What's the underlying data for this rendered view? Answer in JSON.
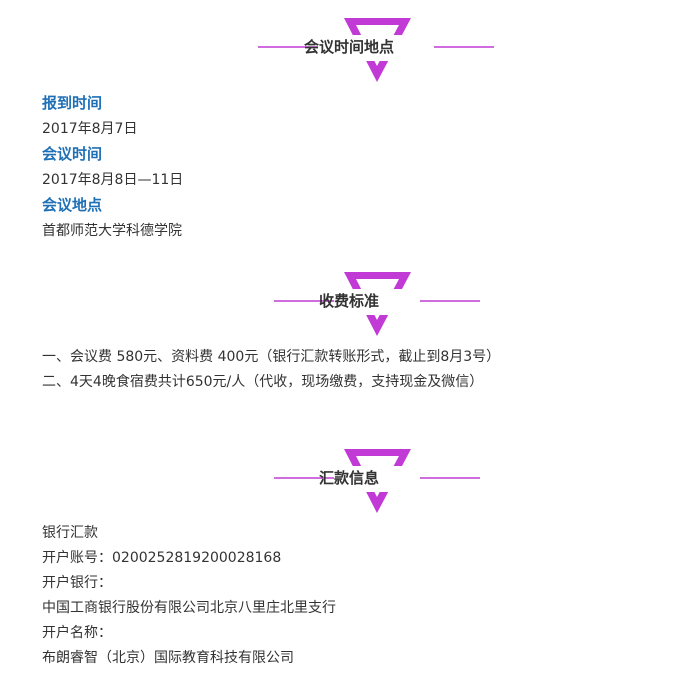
{
  "accent_color": "#c13ad6",
  "sections": {
    "venue": {
      "title": "会议时间地点",
      "items": [
        {
          "label": "报到时间",
          "value": "2017年8月7日"
        },
        {
          "label": "会议时间",
          "value": "2017年8月8日—11日"
        },
        {
          "label": "会议地点",
          "value": "首都师范大学科德学院"
        }
      ]
    },
    "fees": {
      "title": "收费标准",
      "lines": [
        "一、会议费 580元、资料费 400元（银行汇款转账形式，截止到8月3号）",
        "二、4天4晚食宿费共计650元/人（代收，现场缴费，支持现金及微信）"
      ]
    },
    "remit": {
      "title": "汇款信息",
      "lines": [
        "银行汇款",
        "开户账号：0200252819200028168",
        "开户银行：",
        "中国工商银行股份有限公司北京八里庄北里支行",
        "开户名称：",
        "布朗睿智（北京）国际教育科技有限公司"
      ]
    }
  }
}
